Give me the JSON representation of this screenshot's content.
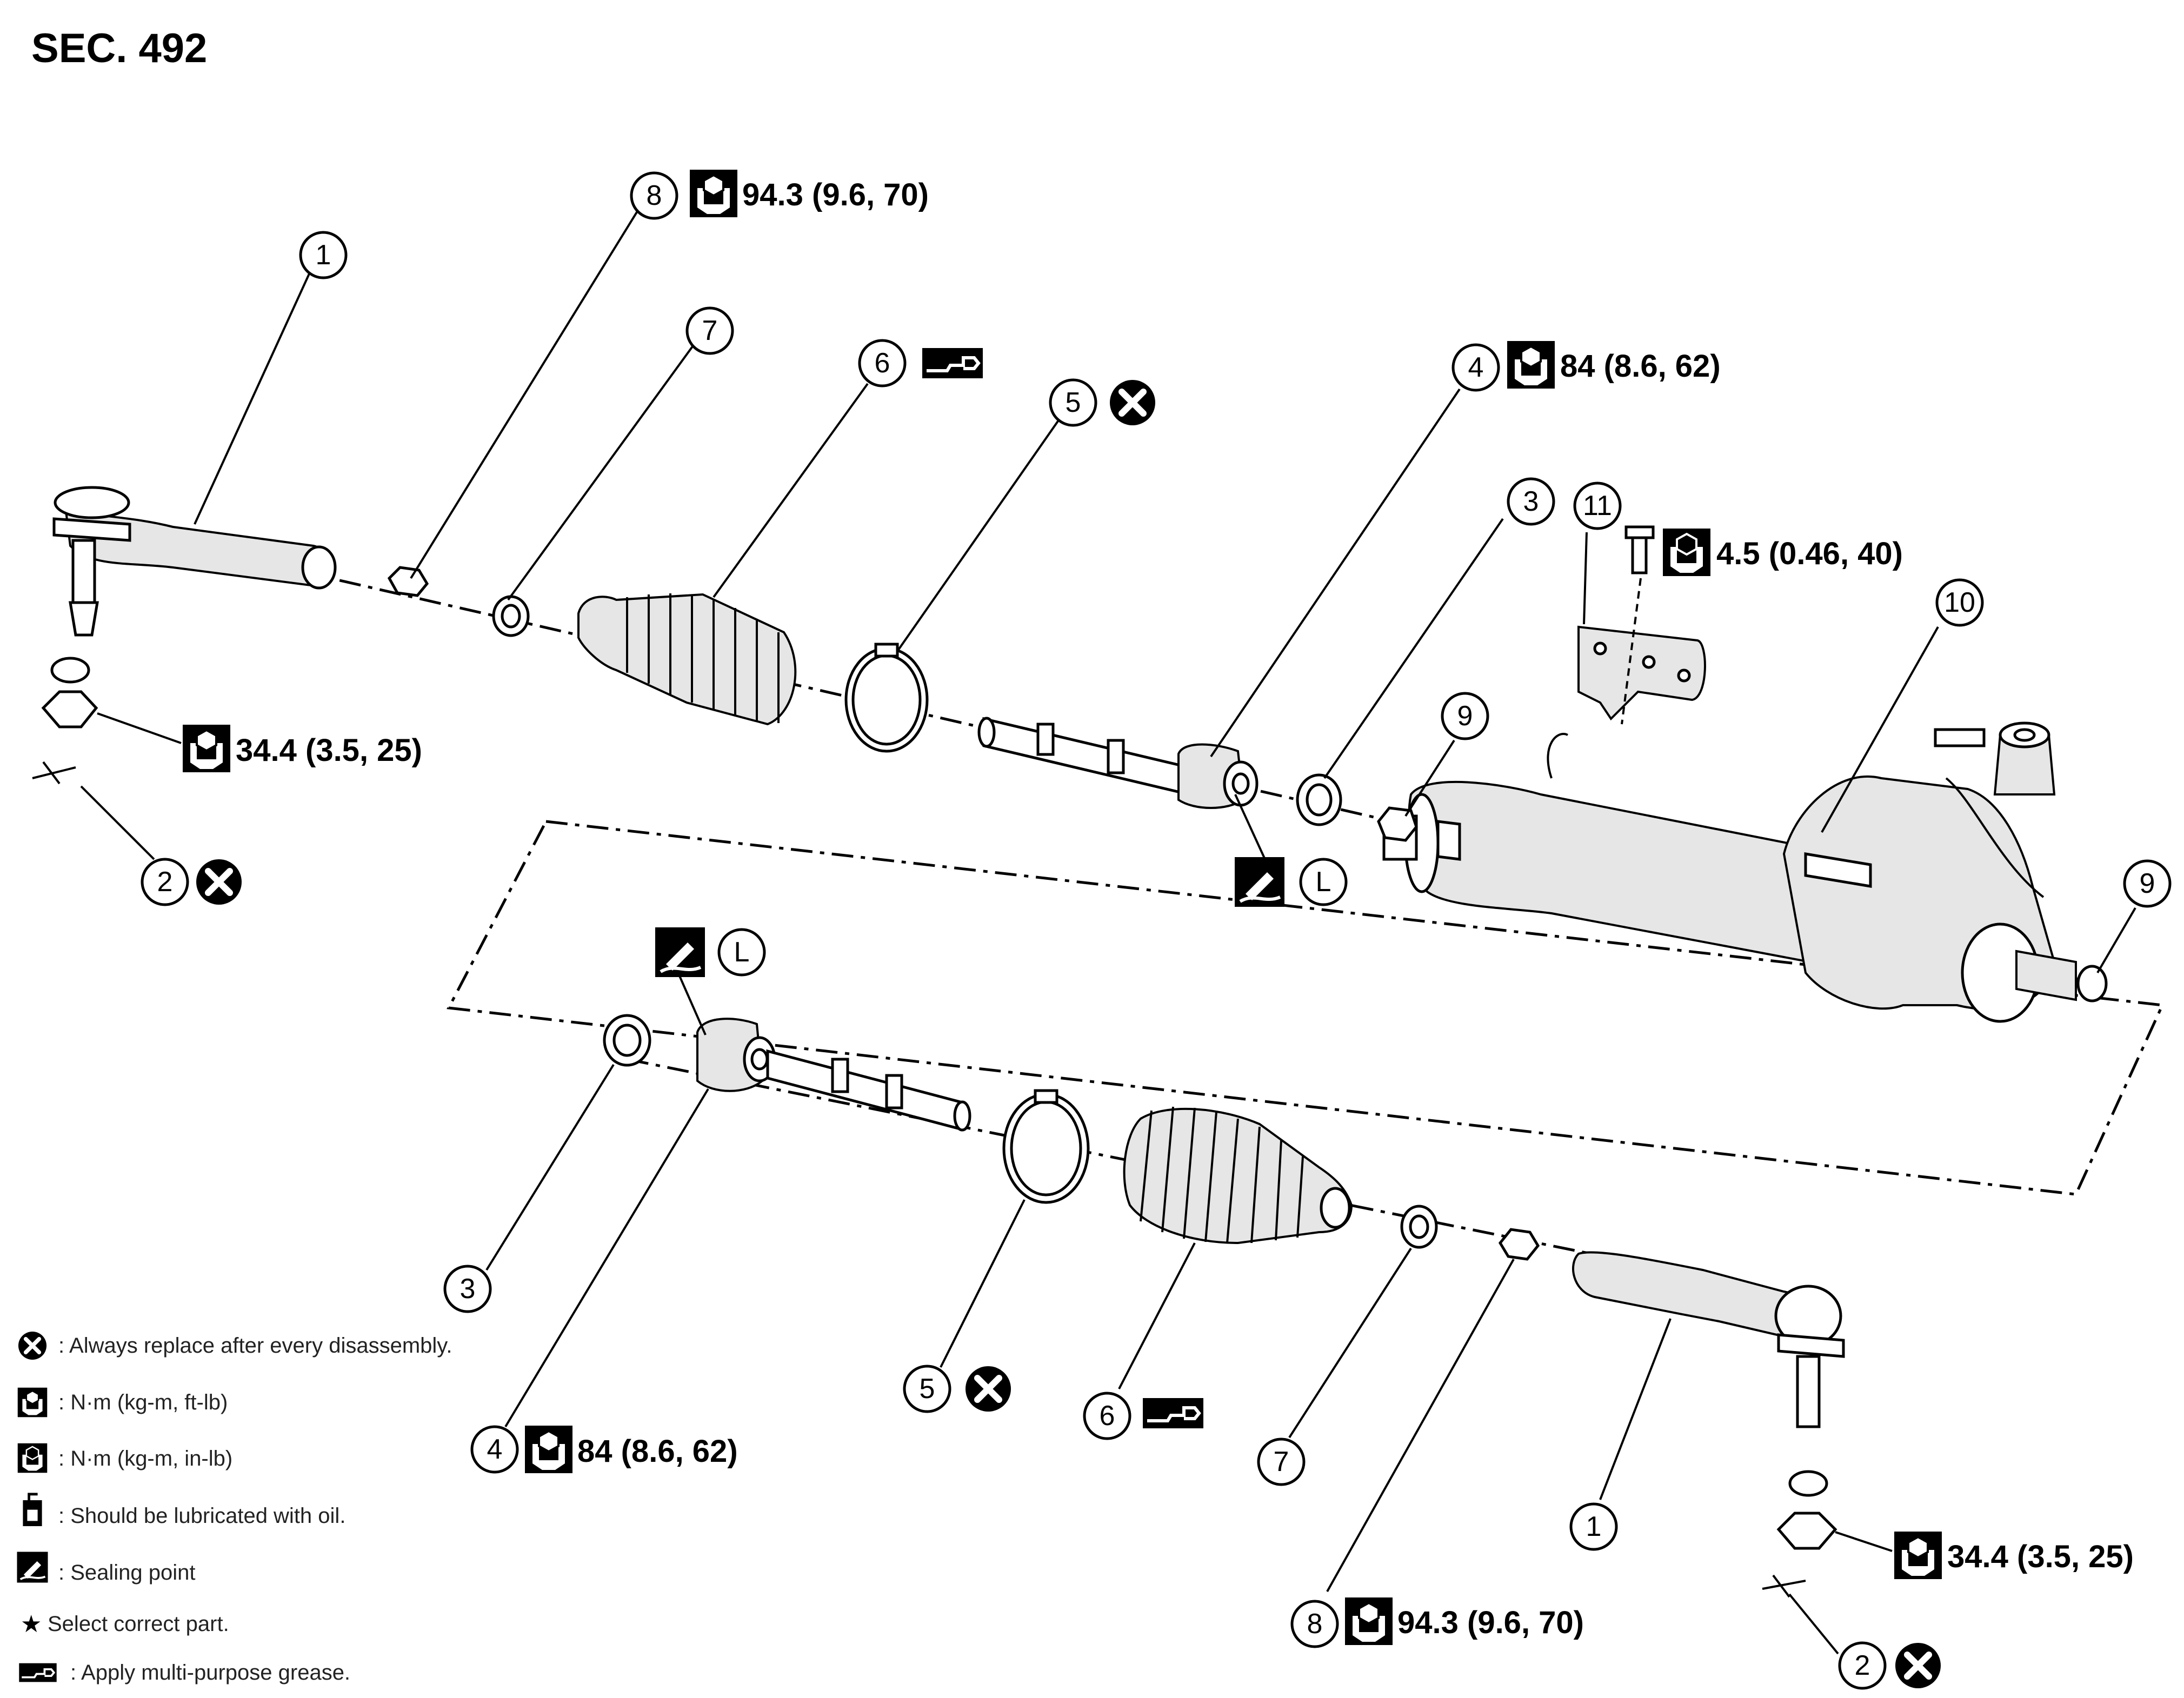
{
  "section": "SEC. 492",
  "callouts": {
    "top_1": "1",
    "top_2": "2",
    "top_3": "3",
    "top_4": "4",
    "top_5": "5",
    "top_6": "6",
    "top_7": "7",
    "top_8": "8",
    "top_9a": "9",
    "top_9b": "9",
    "top_10": "10",
    "top_11": "11",
    "bot_1": "1",
    "bot_2": "2",
    "bot_3": "3",
    "bot_4": "4",
    "bot_5": "5",
    "bot_6": "6",
    "bot_7": "7",
    "bot_8": "8"
  },
  "torques": {
    "t_8_top": "94.3 (9.6, 70)",
    "t_4_top": "84 (8.6, 62)",
    "t_11": "4.5 (0.46, 40)",
    "t_nut_top": "34.4 (3.5, 25)",
    "t_4_bot": "84 (8.6, 62)",
    "t_8_bot": "94.3 (9.6, 70)",
    "t_nut_bot": "34.4 (3.5, 25)"
  },
  "seal_letter_top": "L",
  "seal_letter_bot": "L",
  "legend": [
    ": Always replace after every disassembly.",
    ": N·m (kg-m, ft-lb)",
    ": N·m (kg-m, in-lb)",
    ": Should be lubricated with oil.",
    ": Sealing point",
    "Select correct part.",
    ": Apply multi-purpose grease."
  ],
  "icons": [
    "replace-x-icon",
    "torque-ftlb-icon",
    "torque-inlb-icon",
    "oil-can-icon",
    "sealant-icon",
    "star-icon",
    "grease-icon"
  ]
}
